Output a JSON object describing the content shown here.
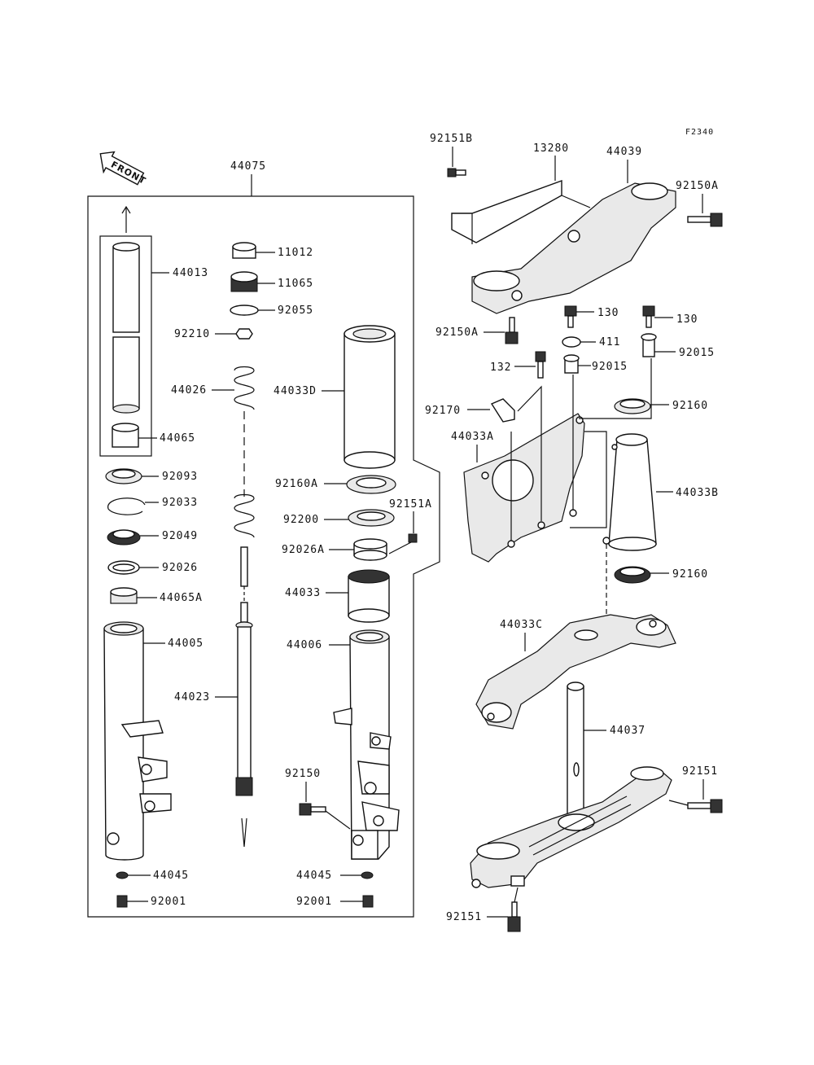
{
  "diagram_code": "F2340",
  "front_label": "FRONT",
  "parts": {
    "p44075": "44075",
    "p44013": "44013",
    "p44065": "44065",
    "p92093": "92093",
    "p92033": "92033",
    "p92049": "92049",
    "p92026": "92026",
    "p44065A": "44065A",
    "p44005": "44005",
    "p44045_l": "44045",
    "p92001_l": "92001",
    "p11012": "11012",
    "p11065": "11065",
    "p92055": "92055",
    "p92210": "92210",
    "p44026": "44026",
    "p44023": "44023",
    "p44033D": "44033D",
    "p92160A": "92160A",
    "p92200": "92200",
    "p92151A": "92151A",
    "p92026A": "92026A",
    "p44033": "44033",
    "p44006": "44006",
    "p92150": "92150",
    "p44045_r": "44045",
    "p92001_r": "92001",
    "p92151B": "92151B",
    "p13280": "13280",
    "p44039": "44039",
    "p92150A_top": "92150A",
    "p92150A_bot": "92150A",
    "p130_a": "130",
    "p130_b": "130",
    "p411": "411",
    "p92015_a": "92015",
    "p92015_b": "92015",
    "p132": "132",
    "p92160_top": "92160",
    "p92170": "92170",
    "p44033A": "44033A",
    "p44033B": "44033B",
    "p92160_bot": "92160",
    "p44033C": "44033C",
    "p44037": "44037",
    "p92151_right": "92151",
    "p92151_bottom": "92151"
  }
}
